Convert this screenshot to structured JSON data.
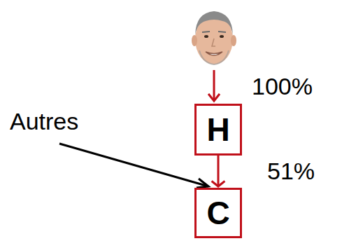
{
  "diagram": {
    "nodes": [
      {
        "text": [
          "H"
        ]
      },
      {
        "text": [
          "C"
        ]
      }
    ],
    "edges": [
      {
        "from": 0,
        "to": 1,
        "arrow": "to",
        "label": "51%"
      }
    ],
    "labels": [
      "100%",
      "Autres"
    ]
  }
}
